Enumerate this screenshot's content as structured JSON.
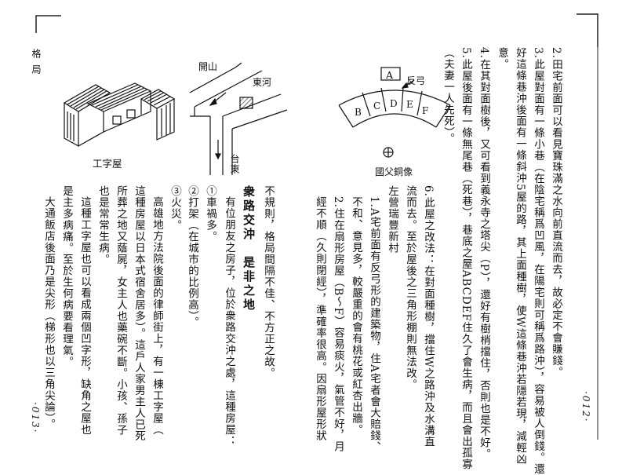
{
  "left_page": {
    "margin_label": "格局",
    "page_number": "·013·",
    "figure_gong": {
      "caption": "工字屋"
    },
    "figure_map": {
      "label_kaishan": "開山",
      "label_dongdong": "東河",
      "label_taidong": "台東"
    },
    "lines": [
      "不規則，格局間隔不佳、不方正之故。",
      "衆路交沖　是非之地",
      "有位朋友之房子，位於衆路交沖之處，這種房屋：",
      "①車禍多。",
      "②打架（在城市的比例高）。",
      "③火災。",
      "高雄地方法院後面的律師街上，有一棟工字屋（",
      "這種房屋以日本式宿舍居多）。這戶人家男主人已死",
      "所葬之地又蔭屍，女主人也藥碗不斷。小孩、孫子",
      "也是常常生病。",
      "這種工字屋也可以看成兩個凹字形，缺角之屋也",
      "是主多病痛。至於生何病要看理氣。",
      "大通飯店後面乃是尖形（梯形也以三角尖論）。"
    ]
  },
  "right_page": {
    "page_number": "·012·",
    "figure_fan": {
      "label_a": "A",
      "label_fangong": "反弓",
      "segments": [
        "B",
        "C",
        "D",
        "E",
        "F"
      ],
      "label_statue": "國父銅像"
    },
    "lines": [
      "2.田宅前面可以看見寶珠滿之水向前直流而去，故必定不會賺錢。",
      "3.此屋對面有一條小巷（在陰宅稱爲凹風，在陽宅則可稱爲路沖），容易被人倒錢。還",
      "好這條巷沖後面有一條斜沖5屋的路，其上面種樹，使W這條巷沖若隱若現，減輕凶",
      "意。",
      "4.在其對面樹後，又可看到義永寺之塔尖（P），還好有樹梢擋住，否則也是不好。",
      "5.此屋後面有一條無尾巷（死巷），巷底之屋ABCDEF住久了會生病，而且會出孤寡",
      "（夫妻一人先死）。",
      "6.此屋之改法：在對面種樹，擋住W之路沖及水溝直",
      "流而去。至於屋後之三角形棚則無法改。",
      "左營瑞豐新村",
      "1.A宅前面有反弓形的建築物，住A宅者會大賠錢、",
      "不和、意見多，較嚴重的會有桃花或紅杏出牆。",
      "2.住在扇形房屋（B～F）容易痰火，氣管不好，月",
      "經不順（久則閉經），準確率很高。因扇形屋形狀"
    ]
  }
}
